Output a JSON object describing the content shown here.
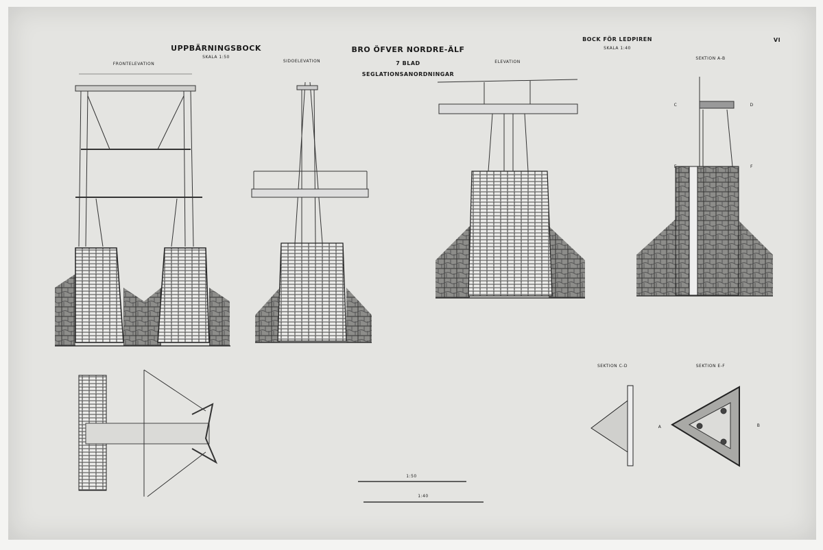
{
  "title": {
    "line1": "BRO ÖFVER NORDRE-ÄLF",
    "line2": "7 BLAD",
    "line3": "SEGLATIONSANORDNINGAR"
  },
  "sheet_number": "VI",
  "left_group": {
    "title": "UPPBÄRNINGSBOCK",
    "scale": "SKALA 1:50",
    "views": [
      "FRONTELEVATION",
      "SIDOELEVATION"
    ]
  },
  "right_group": {
    "title": "BOCK FÖR LEDPIREN",
    "scale": "SKALA 1:40",
    "views": [
      "ELEVATION",
      "SEKTION A-B"
    ]
  },
  "sections": [
    "SEKTION C-D",
    "SEKTION E-F"
  ],
  "scale_bars": [
    "1:50",
    "1:40"
  ],
  "section_marks": [
    "A",
    "B",
    "C",
    "D",
    "E",
    "F"
  ]
}
